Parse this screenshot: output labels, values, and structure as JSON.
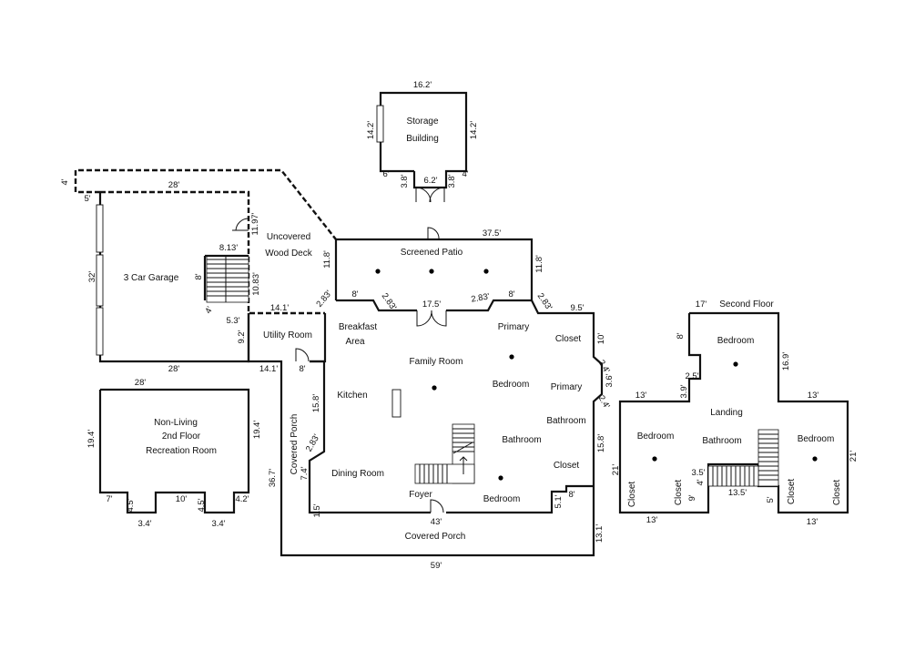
{
  "rooms": {
    "storage": [
      "Storage",
      "Building"
    ],
    "garage": "3 Car Garage",
    "deck": [
      "Uncovered",
      "Wood Deck"
    ],
    "screened_patio": "Screened Patio",
    "utility": "Utility Room",
    "breakfast": [
      "Breakfast",
      "Area"
    ],
    "kitchen": "Kitchen",
    "family": "Family Room",
    "primary_bedroom": [
      "Primary",
      "Bedroom"
    ],
    "closet_top": "Closet",
    "primary_bath": [
      "Primary",
      "Bathroom"
    ],
    "bathroom": "Bathroom",
    "closet_bottom": "Closet",
    "dining": "Dining Room",
    "foyer": "Foyer",
    "bedroom_main": "Bedroom",
    "covered_porch_side": "Covered Porch",
    "covered_porch_front": "Covered Porch",
    "rec_room": [
      "Non-Living",
      "2nd Floor",
      "Recreation Room"
    ],
    "second_floor_title": "Second Floor",
    "sf_bedroom_top": "Bedroom",
    "sf_landing": "Landing",
    "sf_bedroom_left": "Bedroom",
    "sf_bathroom": "Bathroom",
    "sf_bedroom_right": "Bedroom",
    "sf_closet_1": "Closet",
    "sf_closet_2": "Closet",
    "sf_closet_3": "Closet",
    "sf_closet_4": "Closet"
  },
  "dims": {
    "storage_top": "16.2'",
    "storage_left": "14.2'",
    "storage_right": "14.2'",
    "storage_6": "6'",
    "storage_38a": "3.8'",
    "storage_62": "6.2'",
    "storage_38b": "3.8'",
    "storage_4": "4'",
    "deck_4": "4'",
    "deck_28": "28'",
    "garage_5": "5'",
    "garage_32": "32'",
    "garage_8": "8'",
    "deck_1197": "11.97'",
    "deck_813": "8.13'",
    "deck_1083": "10.83'",
    "deck_118": "11.8'",
    "deck_4b": "4'",
    "deck_53": "5.3'",
    "deck_141": "14.1'",
    "deck_283": "2.83'",
    "patio_375": "37.5'",
    "patio_118": "11.8'",
    "patio_8a": "8'",
    "patio_283a": "2.83'",
    "patio_175": "17.5'",
    "patio_283b": "2.83'",
    "patio_8b": "8'",
    "patio_283c": "2.83'",
    "main_95": "9.5'",
    "main_10": "10'",
    "main_24a": "2.4'",
    "main_36": "3.6'",
    "main_24b": "2.4'",
    "main_158r": "15.8'",
    "main_8": "8'",
    "main_51": "5.1'",
    "main_131": "13.1'",
    "main_43": "43'",
    "main_59": "59'",
    "util_92": "9.2'",
    "util_141": "14.1'",
    "porch_8": "8'",
    "porch_158": "15.8'",
    "porch_283": "2.83'",
    "porch_74": "7.4'",
    "porch_15": "1.5'",
    "porch_367": "36.7'",
    "garage_28": "28'",
    "rec_28": "28'",
    "rec_194l": "19.4'",
    "rec_194r": "19.4'",
    "rec_7": "7'",
    "rec_45a": "4.5'",
    "rec_34a": "3.4'",
    "rec_10": "10'",
    "rec_45b": "4.5'",
    "rec_34b": "3.4'",
    "rec_42": "4.2'",
    "sf_17": "17'",
    "sf_8": "8'",
    "sf_25": "2.5'",
    "sf_169": "16.9'",
    "sf_13a": "13'",
    "sf_39": "3.9'",
    "sf_13b": "13'",
    "sf_21l": "21'",
    "sf_21r": "21'",
    "sf_35": "3.5'",
    "sf_4": "4'",
    "sf_9": "9'",
    "sf_135": "13.5'",
    "sf_5": "5'",
    "sf_13c": "13'",
    "sf_13d": "13'"
  }
}
